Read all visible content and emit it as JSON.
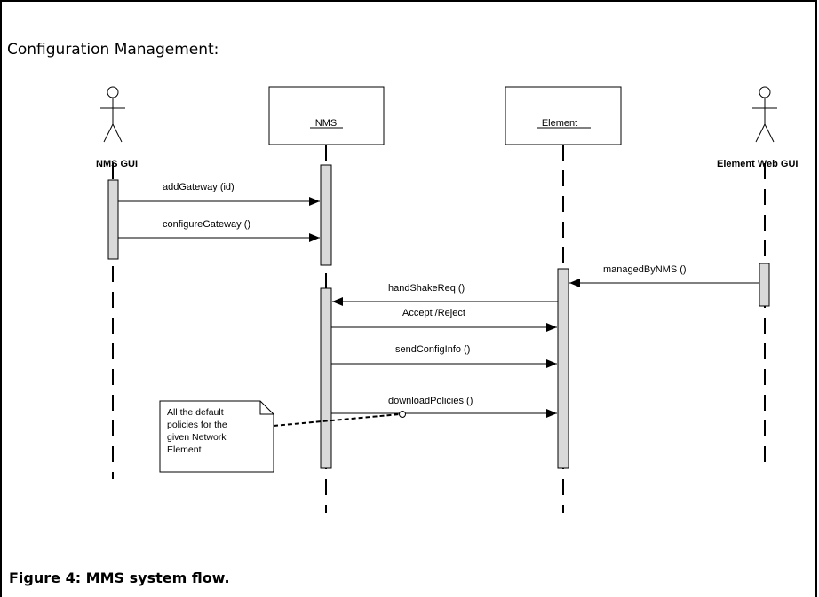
{
  "heading": "Configuration Management:",
  "caption": "Figure 4: MMS system flow.",
  "actors": [
    {
      "id": "nms-gui",
      "label": "NMS GUI"
    },
    {
      "id": "element-web-gui",
      "label": "Element Web GUI"
    }
  ],
  "objects": [
    {
      "id": "nms",
      "label": "NMS"
    },
    {
      "id": "element",
      "label": "Element"
    }
  ],
  "messages": [
    {
      "id": "add-gateway",
      "label": "addGateway   (id)"
    },
    {
      "id": "configure-gateway",
      "label": "configureGateway    ()"
    },
    {
      "id": "managed-by-nms",
      "label": "managedByNMS       ()"
    },
    {
      "id": "handshake-req",
      "label": "handShakeReq    ()"
    },
    {
      "id": "accept-reject",
      "label": "Accept  /Reject"
    },
    {
      "id": "send-config-info",
      "label": "sendConfigInfo    ()"
    },
    {
      "id": "download-policies",
      "label": "downloadPolicies    ()"
    }
  ],
  "note": {
    "lines": [
      "All the default",
      "policies for the",
      "given Network",
      "Element"
    ]
  }
}
